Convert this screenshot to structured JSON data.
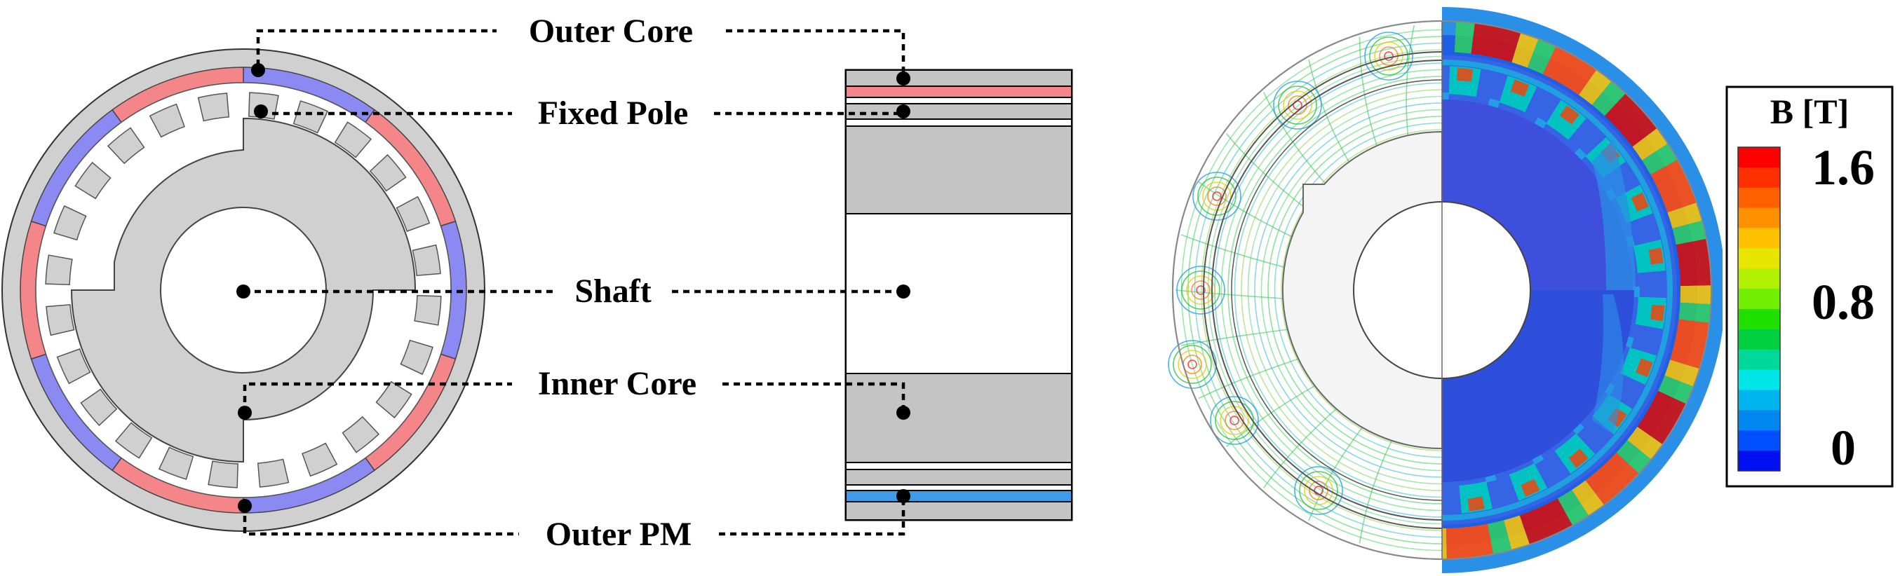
{
  "labels": {
    "outer_core": "Outer Core",
    "fixed_pole": "Fixed Pole",
    "shaft": "Shaft",
    "inner_core": "Inner Core",
    "outer_pm": "Outer PM"
  },
  "legend": {
    "title": "B [T]",
    "ticks": [
      "1.6",
      "0.8",
      "0"
    ],
    "colors": [
      "#ff0000",
      "#ff3000",
      "#ff6000",
      "#ff9000",
      "#ffc000",
      "#e6e600",
      "#b0f000",
      "#70f000",
      "#20e000",
      "#00d040",
      "#00d89a",
      "#00e6e6",
      "#00b4f0",
      "#0088f0",
      "#0050ff",
      "#0010f0"
    ]
  },
  "colors": {
    "core": "#d0d0d0",
    "pm_red": "#f4868a",
    "pm_blue": "#8a8af2",
    "pm_light_blue": "#3d9be9",
    "field_low": "#3d4fdc"
  },
  "icons": [
    "motor-cross-section",
    "axial-section",
    "flux-density-map"
  ]
}
